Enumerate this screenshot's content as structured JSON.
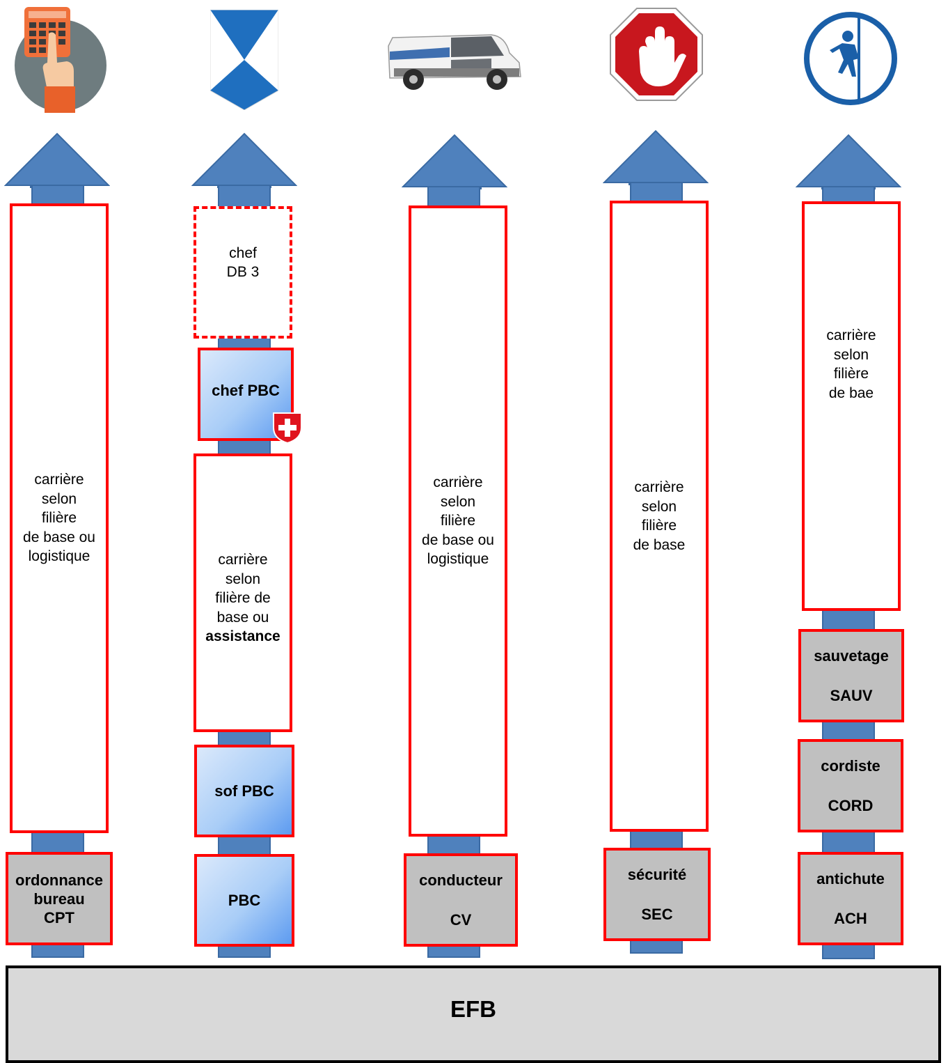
{
  "colors": {
    "arrow": "#4f81bd",
    "box_border": "#ff0000",
    "grey_box": "#c0c0c0",
    "base_bar": "#d9d9d9"
  },
  "icons": [
    "calculator-hand-icon",
    "blue-white-coat-of-arms-icon",
    "civil-protection-van-icon",
    "stop-hand-sign-icon",
    "rope-harness-icon",
    "swiss-cross-icon"
  ],
  "columns": [
    {
      "career": "carrière\nselon\nfilière\nde base ou\nlogistique",
      "entry_title": "ordonnance\nbureau",
      "entry_code": "CPT"
    },
    {
      "future": "chef\nDB 3",
      "chef_pbc": "chef PBC",
      "career_prefix": "carrière\nselon\nfilière de\nbase ou",
      "career_bold": "assistance",
      "sof_pbc": "sof PBC",
      "pbc": "PBC"
    },
    {
      "career": "carrière\nselon\nfilière\nde base ou\nlogistique",
      "entry_title": "conducteur",
      "entry_code": "CV"
    },
    {
      "career": "carrière\nselon\nfilière\nde base",
      "entry_title": "sécurité",
      "entry_code": "SEC"
    },
    {
      "career": "carrière\nselon\nfilière\nde bae",
      "sauv_title": "sauvetage",
      "sauv_code": "SAUV",
      "cord_title": "cordiste",
      "cord_code": "CORD",
      "ach_title": "antichute",
      "ach_code": "ACH"
    }
  ],
  "base": "EFB"
}
